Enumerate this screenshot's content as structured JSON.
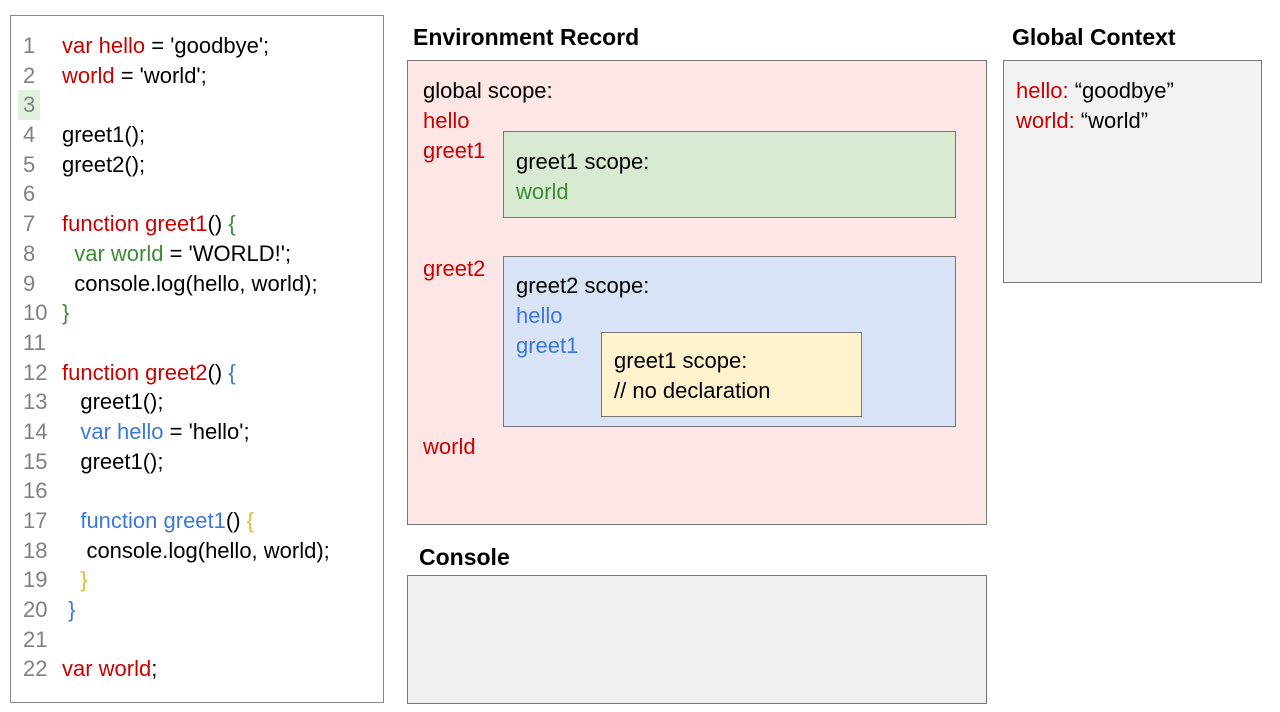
{
  "colors": {
    "keyword_red": "#cc0000",
    "scope_green": "#3d8b37",
    "scope_blue": "#3c78d8",
    "scope_gold": "#f0b429",
    "global_scope_bg": "#fce6e6",
    "greet1_scope_bg": "#d9ead3",
    "greet2_scope_bg": "#d9e3f6",
    "inner_greet1_scope_bg": "#fff2cc",
    "panel_gray_bg": "#f2f2f2",
    "line_highlight": "#e2f0e0"
  },
  "code": {
    "lines": [
      {
        "num": "1",
        "highlight": false,
        "segments": [
          {
            "t": "var hello",
            "c": "red"
          },
          {
            "t": " = 'goodbye';",
            "c": "black"
          }
        ]
      },
      {
        "num": "2",
        "highlight": false,
        "segments": [
          {
            "t": "world",
            "c": "red"
          },
          {
            "t": " = 'world';",
            "c": "black"
          }
        ]
      },
      {
        "num": "3",
        "highlight": true,
        "segments": []
      },
      {
        "num": "4",
        "highlight": false,
        "segments": [
          {
            "t": "greet1();",
            "c": "black"
          }
        ]
      },
      {
        "num": "5",
        "highlight": false,
        "segments": [
          {
            "t": "greet2();",
            "c": "black"
          }
        ]
      },
      {
        "num": "6",
        "highlight": false,
        "segments": []
      },
      {
        "num": "7",
        "highlight": false,
        "segments": [
          {
            "t": "function greet1",
            "c": "red"
          },
          {
            "t": "() ",
            "c": "black"
          },
          {
            "t": "{",
            "c": "green"
          }
        ]
      },
      {
        "num": "8",
        "highlight": false,
        "segments": [
          {
            "t": "  var world",
            "c": "green"
          },
          {
            "t": " = 'WORLD!';",
            "c": "black"
          }
        ]
      },
      {
        "num": "9",
        "highlight": false,
        "segments": [
          {
            "t": "  console.log(hello, world);",
            "c": "black"
          }
        ]
      },
      {
        "num": "10",
        "highlight": false,
        "segments": [
          {
            "t": "}",
            "c": "green"
          }
        ]
      },
      {
        "num": "11",
        "highlight": false,
        "segments": []
      },
      {
        "num": "12",
        "highlight": false,
        "segments": [
          {
            "t": "function greet2",
            "c": "red"
          },
          {
            "t": "() ",
            "c": "black"
          },
          {
            "t": "{",
            "c": "blue"
          }
        ]
      },
      {
        "num": "13",
        "highlight": false,
        "segments": [
          {
            "t": "   greet1();",
            "c": "black"
          }
        ]
      },
      {
        "num": "14",
        "highlight": false,
        "segments": [
          {
            "t": "   var hello",
            "c": "blue"
          },
          {
            "t": " = 'hello';",
            "c": "black"
          }
        ]
      },
      {
        "num": "15",
        "highlight": false,
        "segments": [
          {
            "t": "   greet1();",
            "c": "black"
          }
        ]
      },
      {
        "num": "16",
        "highlight": false,
        "segments": []
      },
      {
        "num": "17",
        "highlight": false,
        "segments": [
          {
            "t": "   function greet1",
            "c": "blue"
          },
          {
            "t": "() ",
            "c": "black"
          },
          {
            "t": "{",
            "c": "yellow"
          }
        ]
      },
      {
        "num": "18",
        "highlight": false,
        "segments": [
          {
            "t": "    console.log(hello, world);",
            "c": "black"
          }
        ]
      },
      {
        "num": "19",
        "highlight": false,
        "segments": [
          {
            "t": "   }",
            "c": "yellow"
          }
        ]
      },
      {
        "num": "20",
        "highlight": false,
        "segments": [
          {
            "t": " }",
            "c": "blue"
          }
        ]
      },
      {
        "num": "21",
        "highlight": false,
        "segments": []
      },
      {
        "num": "22",
        "highlight": false,
        "segments": [
          {
            "t": "var world",
            "c": "red"
          },
          {
            "t": ";",
            "c": "black"
          }
        ]
      }
    ]
  },
  "env": {
    "title": "Environment Record",
    "global_label": "global scope:",
    "var_hello": "hello",
    "var_greet1": "greet1",
    "var_greet2": "greet2",
    "var_world": "world",
    "greet1_scope": {
      "label": "greet1 scope:",
      "var_world": "world"
    },
    "greet2_scope": {
      "label": "greet2 scope:",
      "var_hello": "hello",
      "var_greet1": "greet1",
      "inner": {
        "label": "greet1 scope:",
        "comment": "// no declaration"
      }
    }
  },
  "global_context": {
    "title": "Global Context",
    "entries": [
      {
        "name": "hello:",
        "value": "“goodbye”"
      },
      {
        "name": "world:",
        "value": "“world”"
      }
    ]
  },
  "console": {
    "title": "Console"
  }
}
